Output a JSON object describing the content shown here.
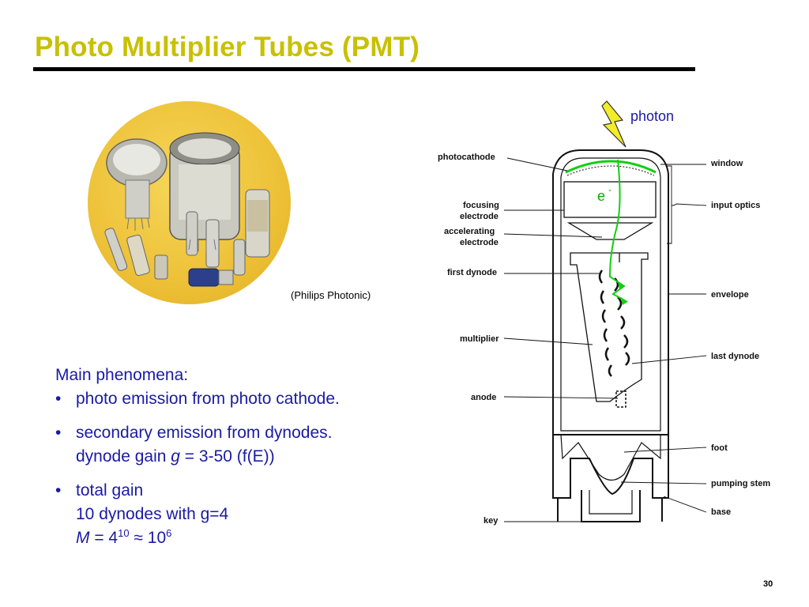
{
  "slide": {
    "title": "Photo Multiplier Tubes  (PMT)",
    "page_number": "30",
    "photo_credit": "(Philips Photonic)"
  },
  "text": {
    "heading": "Main phenomena:",
    "bullet": "•",
    "b1": "photo emission from photo cathode.",
    "b2_line1": "secondary emission from dynodes.",
    "b2_line2_pre": "dynode gain ",
    "b2_line2_var": "g",
    "b2_line2_post": " = 3-50 (f(E))",
    "b3_line1": "total gain",
    "b3_line2": "10 dynodes with g=4",
    "b3_var": "M",
    "b3_eq": " = 4",
    "b3_exp1": "10",
    "b3_approx": " ≈ 10",
    "b3_exp2": "6"
  },
  "diagram": {
    "photon": "photon",
    "electron": "e",
    "electron_sup": "-",
    "left_labels": {
      "photocathode": "photocathode",
      "focusing1": "focusing",
      "focusing2": "electrode",
      "accelerating1": "accelerating",
      "accelerating2": "electrode",
      "first_dynode": "first dynode",
      "multiplier": "multiplier",
      "anode": "anode",
      "key": "key"
    },
    "right_labels": {
      "window": "window",
      "input_optics": "input optics",
      "envelope": "envelope",
      "last_dynode": "last dynode",
      "foot": "foot",
      "pumping_stem": "pumping stem",
      "base": "base"
    },
    "colors": {
      "photon_bolt": "#f2ec2a",
      "electron_path": "#10d010",
      "label": "#1a1aa6"
    }
  }
}
